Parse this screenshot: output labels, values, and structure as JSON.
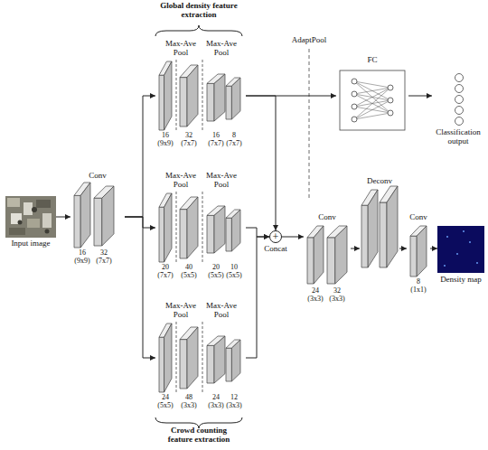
{
  "diagram": {
    "nodes": [
      {
        "text": [
          "Input image"
        ]
      },
      {
        "text": [
          "Conv",
          "16 (9x9)",
          "32 (7x7)"
        ]
      },
      {
        "text": [
          "Max-Ave Pool",
          "Max-Ave Pool",
          "16 (9x9)",
          "32 (7x7)",
          "16 (7x7)",
          "8 (7x7)"
        ]
      },
      {
        "text": [
          "Max-Ave Pool",
          "Max-Ave Pool",
          "20 (7x7)",
          "40 (5x5)",
          "20 (5x5)",
          "10 (5x5)"
        ]
      },
      {
        "text": [
          "Max-Ave Pool",
          "Max-Ave Pool",
          "24 (5x5)",
          "48 (3x3)",
          "24 (3x3)",
          "12 (3x3)"
        ]
      },
      {
        "text": [
          "FC"
        ]
      },
      {
        "text": [
          "Classification output"
        ]
      },
      {
        "text": [
          "+",
          "Concat"
        ]
      },
      {
        "text": [
          "Conv",
          "24 (3x3)",
          "32 (3x3)"
        ]
      },
      {
        "text": [
          "Deconv"
        ]
      },
      {
        "text": [
          "Conv",
          "8 (1x1)"
        ]
      },
      {
        "text": [
          "Density map"
        ]
      }
    ],
    "edges": [
      {
        "from": 0,
        "to": 1,
        "arrow": "to"
      },
      {
        "from": 1,
        "to": 2,
        "arrow": "to"
      },
      {
        "from": 1,
        "to": 3,
        "arrow": "to"
      },
      {
        "from": 1,
        "to": 4,
        "arrow": "to"
      },
      {
        "from": 2,
        "to": 5,
        "arrow": "to"
      },
      {
        "from": 5,
        "to": 6,
        "arrow": "to"
      },
      {
        "from": 2,
        "to": 7,
        "arrow": "to"
      },
      {
        "from": 3,
        "to": 7,
        "arrow": "to"
      },
      {
        "from": 4,
        "to": 7,
        "arrow": "to"
      },
      {
        "from": 7,
        "to": 8,
        "arrow": "to"
      },
      {
        "from": 8,
        "to": 9,
        "arrow": "to"
      },
      {
        "from": 9,
        "to": 10,
        "arrow": "to"
      },
      {
        "from": 10,
        "to": 11,
        "arrow": "to"
      }
    ],
    "labels": [
      "Global density feature extraction",
      "AdaptPool",
      "Crowd counting feature extraction"
    ]
  }
}
